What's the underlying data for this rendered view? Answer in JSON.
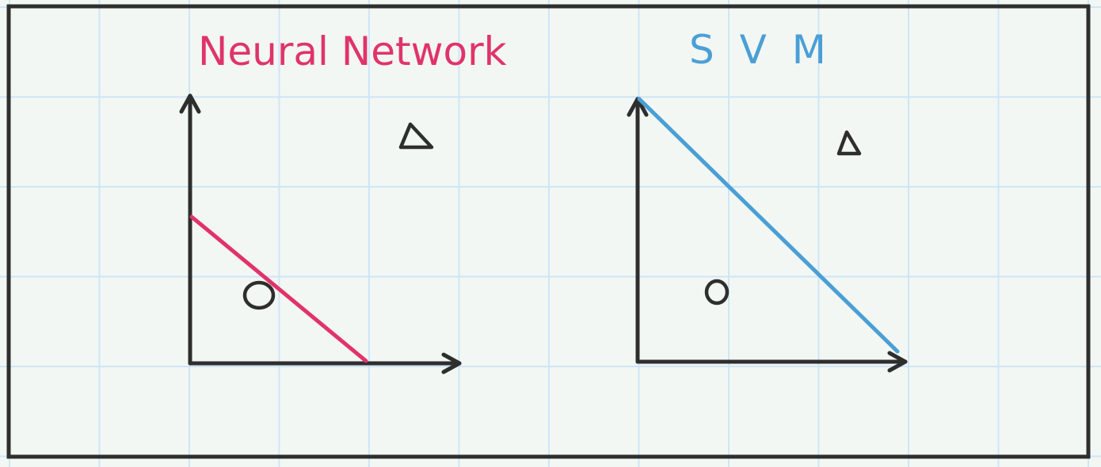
{
  "colors": {
    "background": "#f2f7f3",
    "grid": "#cfe5f7",
    "frame": "#2e2e2e",
    "ink": "#2e2e2e",
    "nn_accent": "#e0336a",
    "svm_accent": "#4a9fd5"
  },
  "panels": [
    {
      "title": "Neural Network",
      "title_color": "#e0336a",
      "line_color": "#e0336a",
      "markers": [
        {
          "shape": "triangle",
          "label": "triangle-marker"
        },
        {
          "shape": "circle",
          "label": "circle-marker"
        }
      ]
    },
    {
      "title": "S V M",
      "title_color": "#4a9fd5",
      "line_color": "#4a9fd5",
      "markers": [
        {
          "shape": "triangle",
          "label": "triangle-marker"
        },
        {
          "shape": "circle",
          "label": "circle-marker"
        }
      ]
    }
  ]
}
